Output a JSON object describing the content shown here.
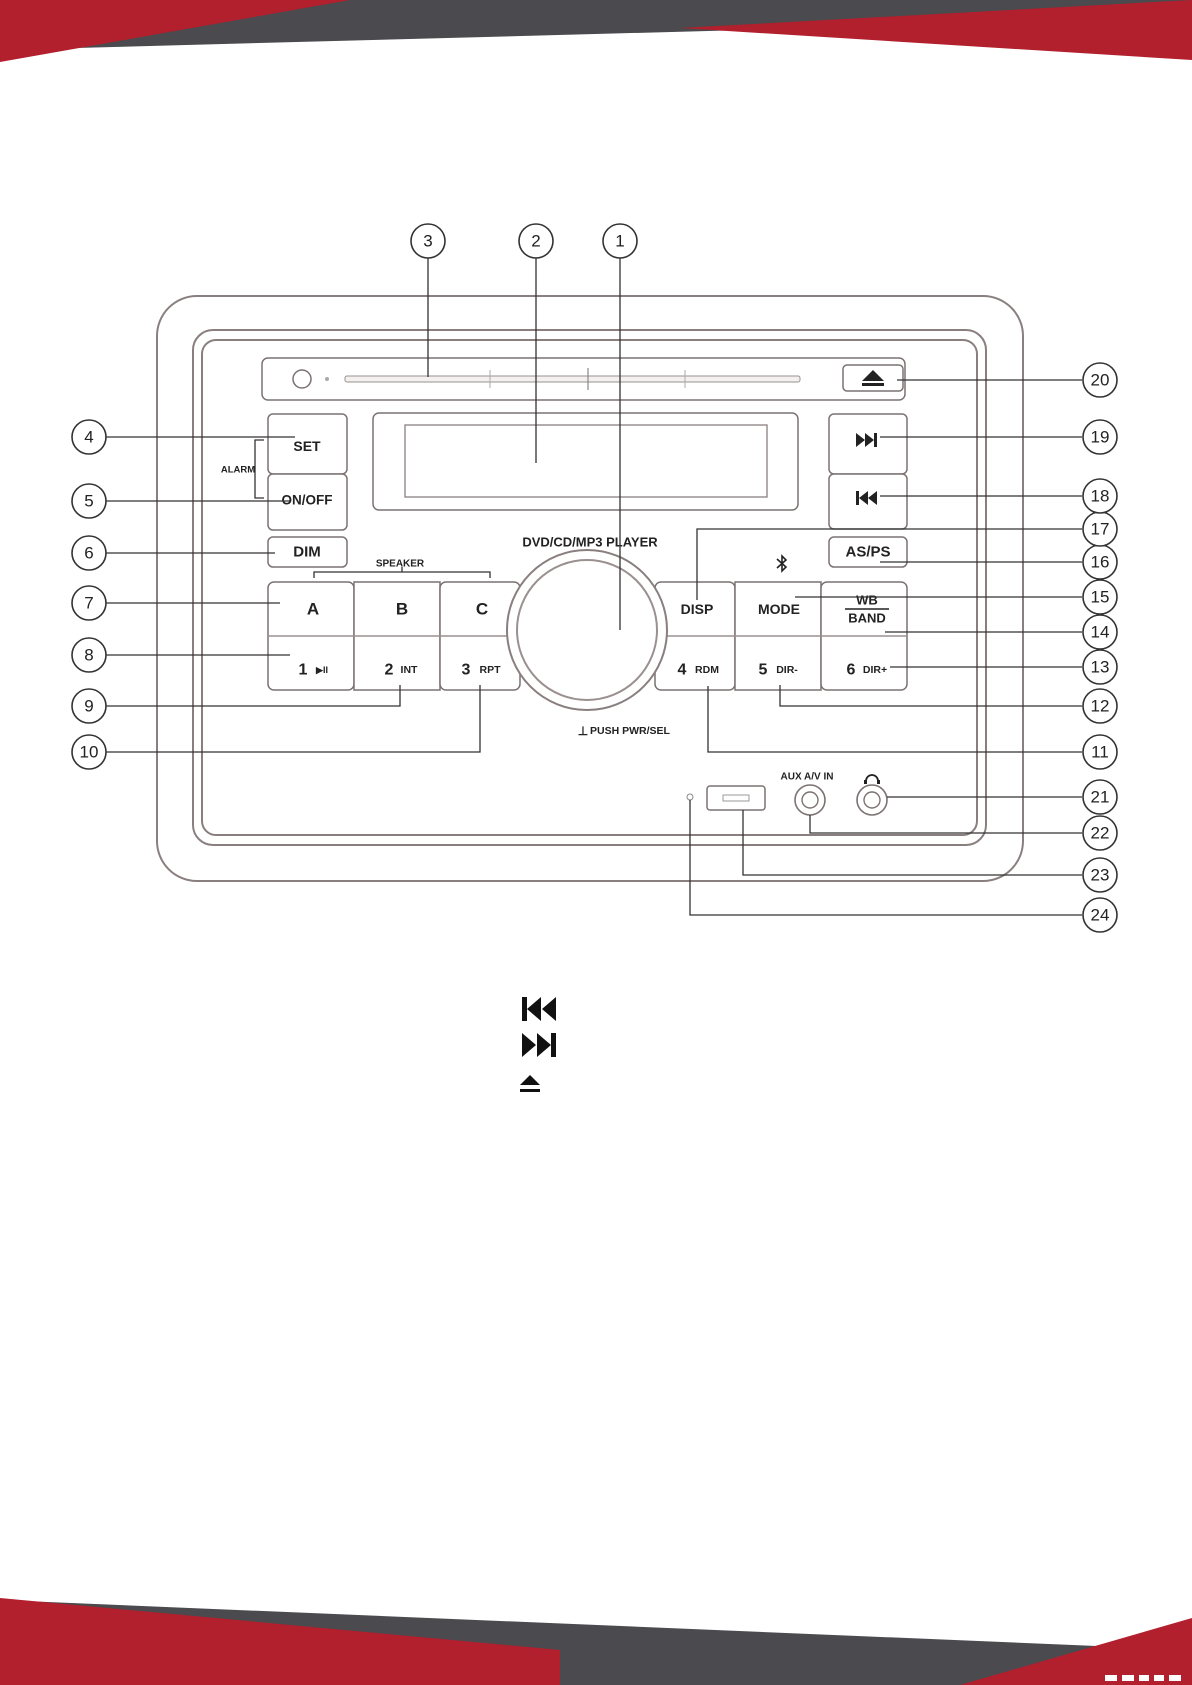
{
  "colors": {
    "brand_red": "#b21f2d",
    "band_dark": "#4a4a4f",
    "line": "#333333"
  },
  "device": {
    "top_label": "DVD/CD/MP3 PLAYER",
    "alarm_label": "ALARM",
    "speaker_label": "SPEAKER",
    "knob_label": "PUSH PWR/SEL",
    "aux_label": "AUX A/V IN",
    "buttons": {
      "set": "SET",
      "onoff": "ON/OFF",
      "dim": "DIM",
      "a": "A",
      "b": "B",
      "c": "C",
      "disp": "DISP",
      "mode": "MODE",
      "wb": "WB",
      "band": "BAND",
      "asps": "AS/PS",
      "p1_num": "1",
      "p1_sub": "▶II",
      "p2_num": "2",
      "p2_sub": "INT",
      "p3_num": "3",
      "p3_sub": "RPT",
      "p4_num": "4",
      "p4_sub": "RDM",
      "p5_num": "5",
      "p5_sub": "DIR-",
      "p6_num": "6",
      "p6_sub": "DIR+"
    }
  },
  "callouts": [
    "1",
    "2",
    "3",
    "4",
    "5",
    "6",
    "7",
    "8",
    "9",
    "10",
    "11",
    "12",
    "13",
    "14",
    "15",
    "16",
    "17",
    "18",
    "19",
    "20",
    "21",
    "22",
    "23",
    "24"
  ],
  "legend": [
    {
      "icon": "skip-previous-icon"
    },
    {
      "icon": "skip-next-icon"
    },
    {
      "icon": "eject-icon"
    }
  ]
}
